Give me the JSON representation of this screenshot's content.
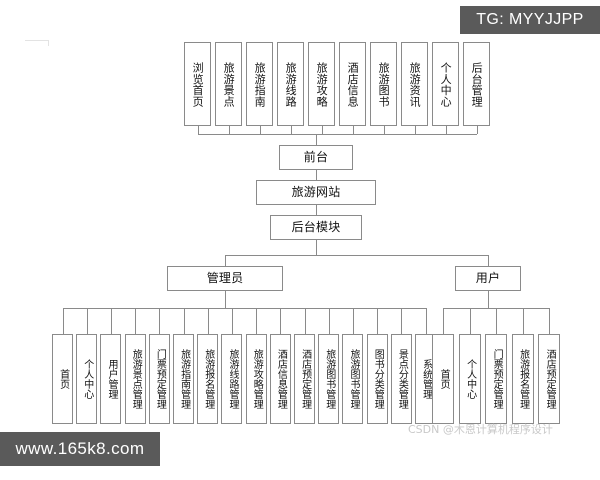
{
  "overlays": {
    "tg_tag": "TG: MYYJJPP",
    "site_watermark": "www.165k8.com",
    "csdn_watermark": "CSDN @木恩计算机程序设计"
  },
  "colors": {
    "box_border": "#8a8a8a",
    "line": "#8a8a8a",
    "background": "#ffffff",
    "chip_background": "#5a5a5a",
    "chip_text": "#ffffff",
    "watermark_text": "#c9c9c9",
    "text": "#111111"
  },
  "diagram": {
    "type": "hierarchy-tree",
    "root": "旅游网站",
    "frontend_label": "前台",
    "backend_label": "后台模块",
    "roles": {
      "admin": "管理员",
      "user": "用户"
    },
    "frontend_items": [
      "浏览首页",
      "旅游景点",
      "旅游指南",
      "旅游线路",
      "旅游攻略",
      "酒店信息",
      "旅游图书",
      "旅游资讯",
      "个人中心",
      "后台管理"
    ],
    "admin_items": [
      "首页",
      "个人中心",
      "用户管理",
      "旅游景点管理",
      "门票预定管理",
      "旅游指南管理",
      "旅游报名管理",
      "旅游线路管理",
      "旅游攻略管理",
      "酒店信息管理",
      "酒店预定管理",
      "旅游图书管理",
      "旅游图书管理",
      "图书分类管理",
      "景点分类管理",
      "系统管理"
    ],
    "user_items": [
      "首页",
      "个人中心",
      "门票预定管理",
      "旅游报名管理",
      "酒店预定管理"
    ]
  }
}
